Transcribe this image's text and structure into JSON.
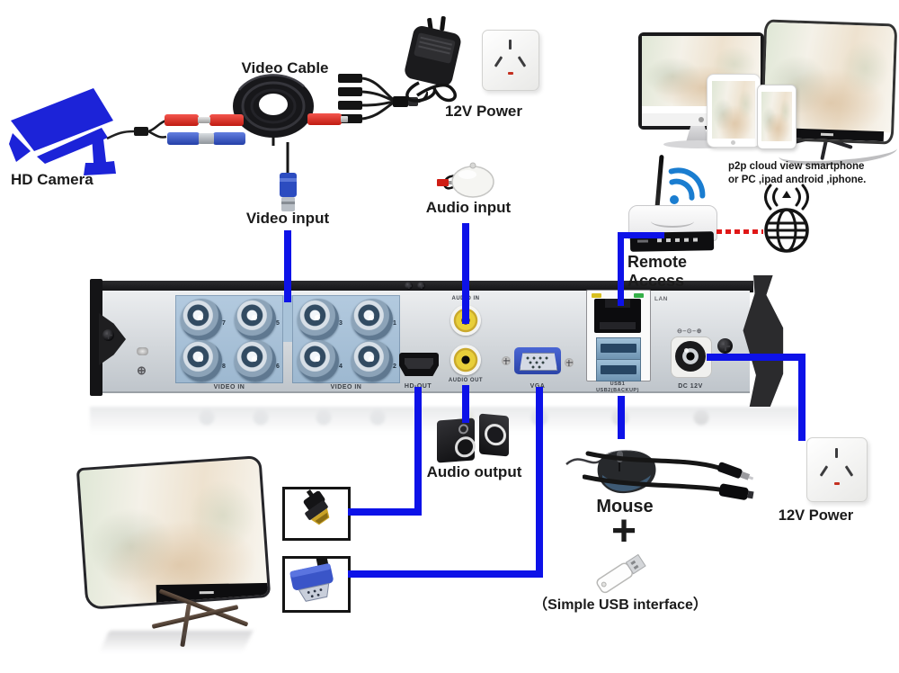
{
  "colors": {
    "wire_blue": "#0d12e8",
    "camera_blue": "#1c23d8",
    "dashed_red": "#e01616",
    "wifi_blue": "#1a7dd0",
    "rca_yellow": "#e8cf3a",
    "bnc_panel_blue": "#a9c3d9",
    "connector_red": "#d8251c",
    "connector_blue": "#2c4cc0"
  },
  "camera": {
    "label": "HD Camera"
  },
  "cable": {
    "label": "Video Cable"
  },
  "video_input": {
    "label": "Video input"
  },
  "audio_input": {
    "label": "Audio input"
  },
  "power_top": {
    "label": "12V Power"
  },
  "cloud": {
    "line1": "p2p cloud view smartphone",
    "line2": "or PC ,ipad android ,iphone."
  },
  "router": {
    "label": "Remote Access"
  },
  "dvr": {
    "video_in_left": "VIDEO IN",
    "video_in_right": "VIDEO IN",
    "bnc_left": [
      "7",
      "5",
      "8",
      "6"
    ],
    "bnc_right": [
      "3",
      "1",
      "4",
      "2"
    ],
    "hdmi": "HD-OUT",
    "audio_in": "AUDIO IN",
    "audio_out": "AUDIO OUT",
    "vga": "VGA",
    "lan": "LAN",
    "usb_line1": "USB1",
    "usb_line2": "USB2(BACKUP)",
    "dc_polarity": "⊖–⊙–⊕",
    "dc": "DC 12V",
    "ground": "⊕"
  },
  "audio_output": {
    "label": "Audio output"
  },
  "mouse": {
    "label": "Mouse"
  },
  "usb": {
    "plus": "+",
    "note": "（Simple USB interface）"
  },
  "power_bottom": {
    "label": "12V Power"
  }
}
